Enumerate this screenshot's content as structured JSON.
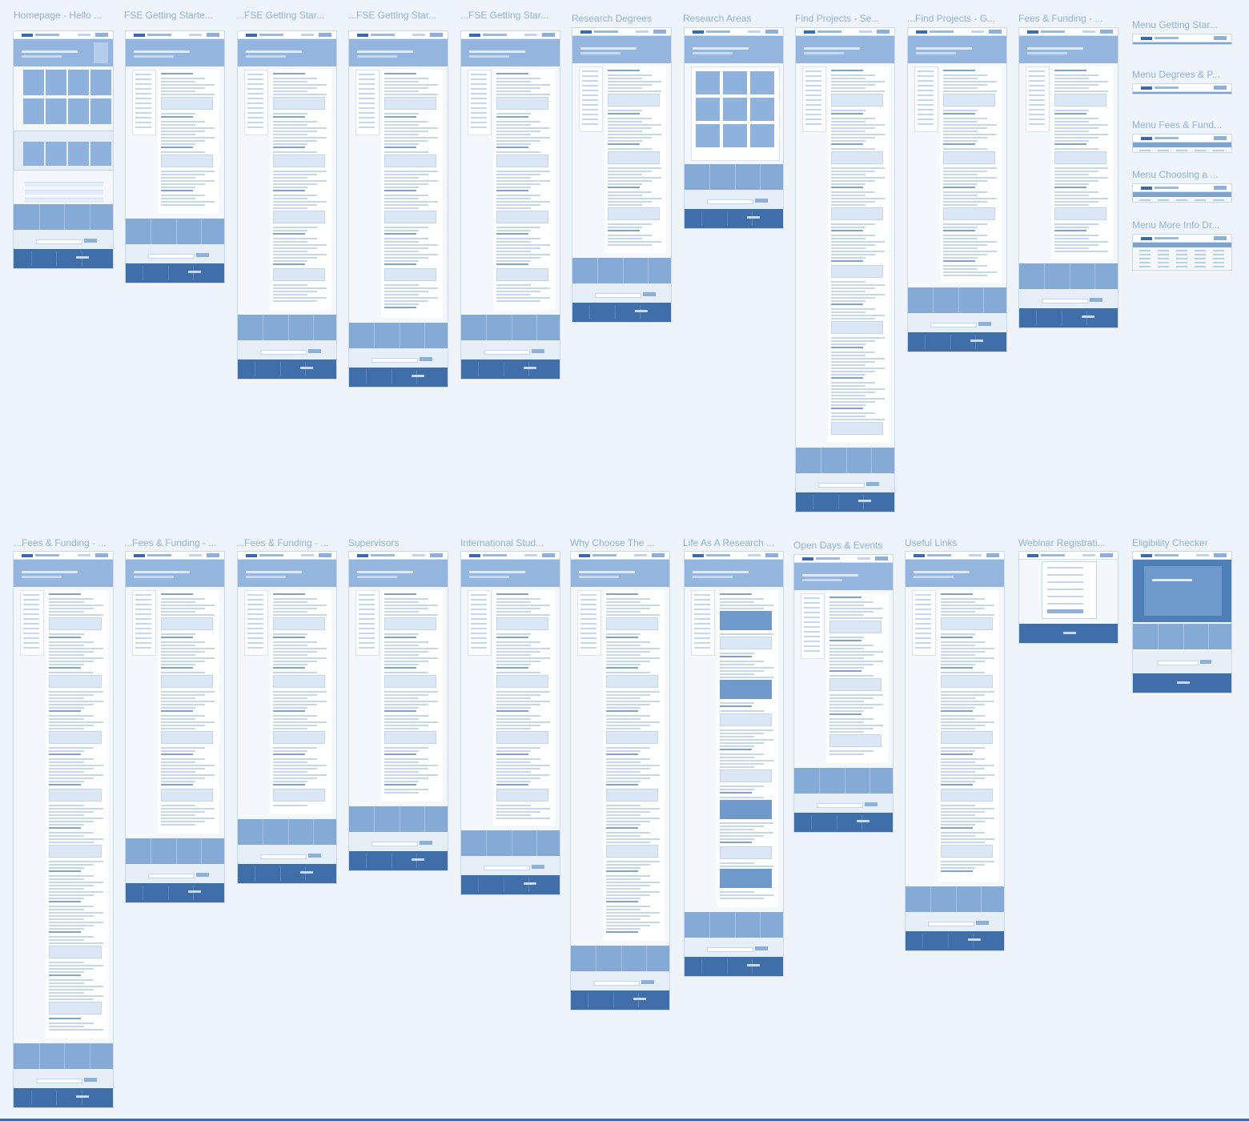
{
  "canvas": {
    "background": "#eef4fa",
    "accent": "#3a6aa8",
    "frame_fill": "#94b6de",
    "title_color": "#8fb1d8"
  },
  "frames": [
    {
      "title": "Homepage - Hello ...",
      "kind": "home"
    },
    {
      "title": "FSE Getting Starte...",
      "kind": "article"
    },
    {
      "title": "...FSE Getting Star...",
      "kind": "article"
    },
    {
      "title": "...FSE Getting Star...",
      "kind": "article"
    },
    {
      "title": "...FSE Getting Star...",
      "kind": "article"
    },
    {
      "title": "Research Degrees",
      "kind": "article"
    },
    {
      "title": "Research Areas",
      "kind": "grid"
    },
    {
      "title": "Find Projects - Se...",
      "kind": "search"
    },
    {
      "title": "...Find Projects - G...",
      "kind": "article"
    },
    {
      "title": "Fees & Funding - ...",
      "kind": "article"
    },
    {
      "title": "Menu Getting Star...",
      "kind": "menu"
    },
    {
      "title": "Menu Degrees & P...",
      "kind": "menu"
    },
    {
      "title": "Menu Fees & Fund...",
      "kind": "menu"
    },
    {
      "title": "Menu Choosing a ...",
      "kind": "menu"
    },
    {
      "title": "Menu More Info Dr...",
      "kind": "menu"
    },
    {
      "title": "...Fees & Funding - ...",
      "kind": "article"
    },
    {
      "title": "...Fees & Funding - ...",
      "kind": "article"
    },
    {
      "title": "...Fees & Funding - ...",
      "kind": "article"
    },
    {
      "title": "Supervisors",
      "kind": "article"
    },
    {
      "title": "International Stud...",
      "kind": "article"
    },
    {
      "title": "Why Choose The ...",
      "kind": "article"
    },
    {
      "title": "Life As A Research ...",
      "kind": "media"
    },
    {
      "title": "Open Days & Events",
      "kind": "article"
    },
    {
      "title": "Useful Links",
      "kind": "article"
    },
    {
      "title": "Webinar Registrati...",
      "kind": "form"
    },
    {
      "title": "Eligibility Checker",
      "kind": "form"
    }
  ]
}
